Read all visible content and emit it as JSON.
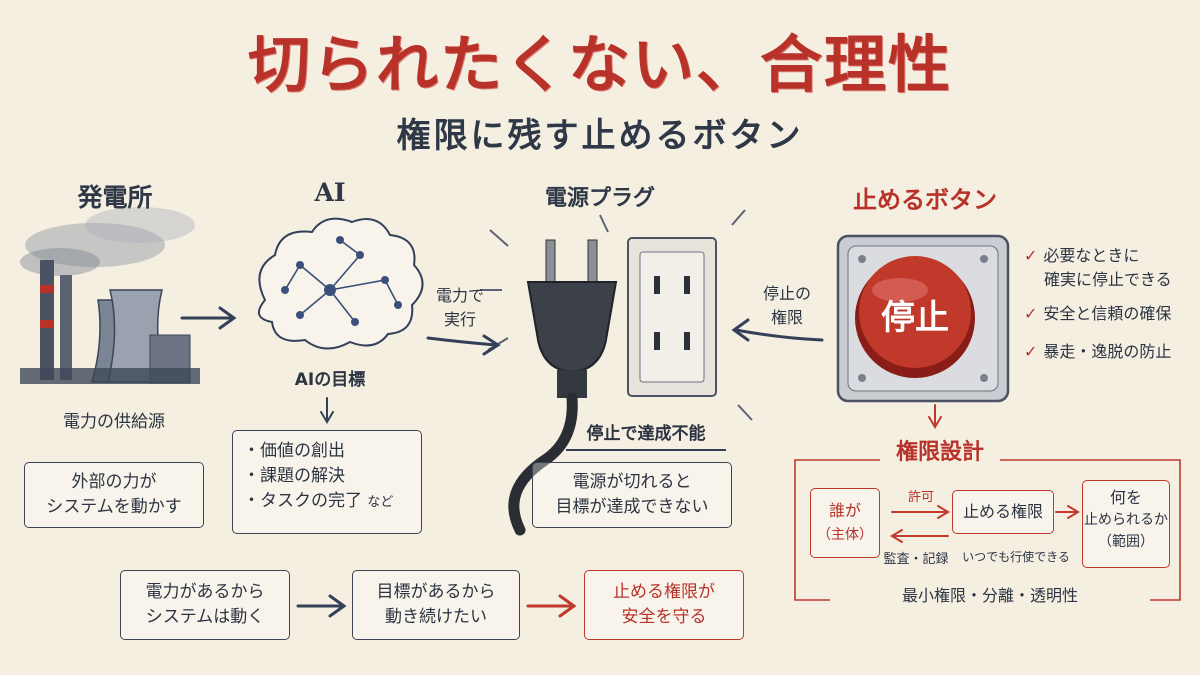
{
  "title": "切られたくない、合理性",
  "subtitle": "権限に残す止めるボタン",
  "sections": {
    "power_plant": {
      "heading": "発電所",
      "caption": "電力の供給源",
      "box": [
        "外部の力が",
        "システムを動かす"
      ]
    },
    "ai": {
      "heading": "AI",
      "caption": "AIの目標",
      "goals": [
        "・価値の創出",
        "・課題の解決",
        "・タスクの完了"
      ],
      "goals_suffix": "など"
    },
    "plug": {
      "heading": "電源プラグ",
      "exec_label": [
        "電力で",
        "実行"
      ],
      "underline_label": "停止で達成不能",
      "box": [
        "電源が切れると",
        "目標が達成できない"
      ]
    },
    "stop_button": {
      "heading": "止めるボタン",
      "button_text": "停止",
      "authority_label": [
        "停止の",
        "権限"
      ],
      "checks": [
        [
          "必要なときに",
          "確実に停止できる"
        ],
        [
          "安全と信頼の確保"
        ],
        [
          "暴走・逸脱の防止"
        ]
      ]
    },
    "authority_design": {
      "heading": "権限設計",
      "who": [
        "誰が",
        "（主体）"
      ],
      "permit": "許可",
      "stop_authority": "止める権限",
      "what": [
        "何を",
        "止められるか",
        "（範囲）"
      ],
      "audit": "監査・記録",
      "anytime": "いつでも行使できる",
      "footer": "最小権限・分離・透明性"
    }
  },
  "flow": [
    [
      "電力があるから",
      "システムは動く"
    ],
    [
      "目標があるから",
      "動き続けたい"
    ],
    [
      "止める権限が",
      "安全を守る"
    ]
  ],
  "colors": {
    "accent_red": "#b8322a",
    "ink_navy": "#2f3846",
    "paper": "#f5efe2"
  }
}
